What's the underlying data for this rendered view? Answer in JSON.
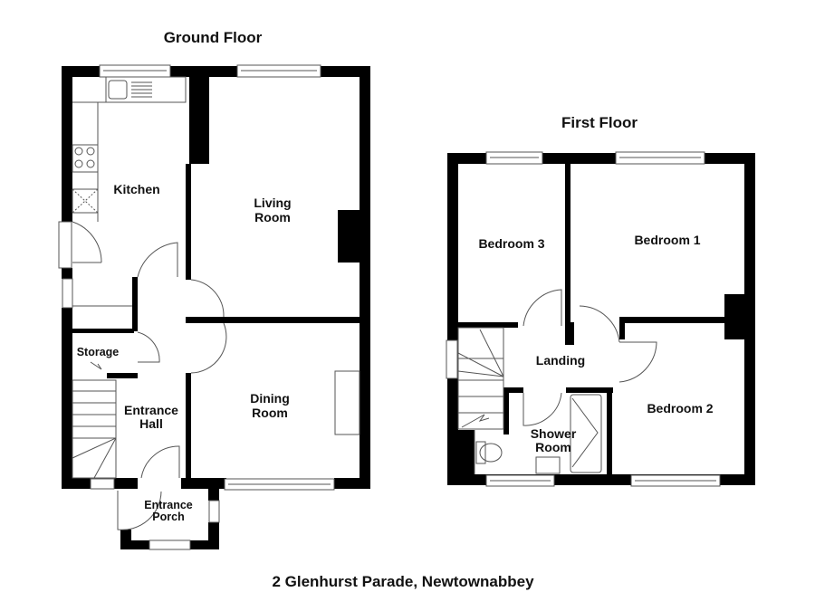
{
  "ground_floor": {
    "title": "Ground Floor",
    "rooms": {
      "kitchen": "Kitchen",
      "living_room": [
        "Living",
        "Room"
      ],
      "storage": "Storage",
      "entrance_hall": [
        "Entrance",
        "Hall"
      ],
      "dining_room": [
        "Dining",
        "Room"
      ],
      "entrance_porch": [
        "Entrance",
        "Porch"
      ]
    }
  },
  "first_floor": {
    "title": "First Floor",
    "rooms": {
      "bedroom_3": "Bedroom 3",
      "bedroom_1": "Bedroom 1",
      "landing": "Landing",
      "bedroom_2": "Bedroom 2",
      "shower_room": [
        "Shower",
        "Room"
      ]
    }
  },
  "address": "2 Glenhurst Parade, Newtownabbey",
  "colors": {
    "wall": "#000000",
    "background": "#ffffff",
    "fixture_line": "#555555"
  }
}
